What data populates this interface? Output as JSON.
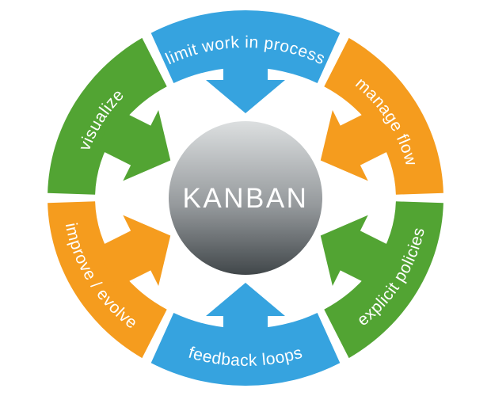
{
  "background": "#FFFFFF",
  "center": {
    "label": "KANBAN",
    "gradient_top": "#DCDFE0",
    "gradient_mid": "#95999C",
    "gradient_bottom": "#41474A",
    "text_color": "#FFFFFF"
  },
  "colors": {
    "blue": "#36A3DF",
    "orange": "#F59C1E",
    "green": "#52A433"
  },
  "segments": [
    {
      "id": "limit-wip",
      "label": "limit work in process",
      "color": "#36A3DF",
      "position": "top"
    },
    {
      "id": "manage-flow",
      "label": "manage flow",
      "color": "#F59C1E",
      "position": "top-right"
    },
    {
      "id": "explicit-policies",
      "label": "explicit policies",
      "color": "#52A433",
      "position": "bottom-right"
    },
    {
      "id": "feedback-loops",
      "label": "feedback loops",
      "color": "#36A3DF",
      "position": "bottom"
    },
    {
      "id": "improve-evolve",
      "label": "improve / evolve",
      "color": "#F59C1E",
      "position": "bottom-left"
    },
    {
      "id": "visualize",
      "label": "visualize",
      "color": "#52A433",
      "position": "top-left"
    }
  ]
}
